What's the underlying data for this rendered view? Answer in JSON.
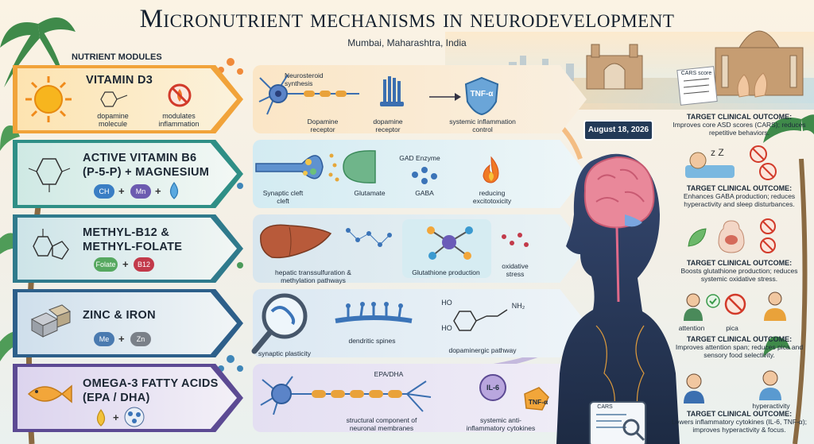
{
  "title": "Micronutrient mechanisms in neurodevelopment",
  "subtitle": "Mumbai, Maharashtra, India",
  "modules_label": "NUTRIENT MODULES",
  "date": "August 18, 2026",
  "colors": {
    "vitamin_d3": "#f1a33a",
    "b6_magnesium": "#2f8f86",
    "methyl": "#2f7a8c",
    "zinc_iron": "#2d5f8a",
    "omega3": "#5c4a93"
  },
  "rows": [
    {
      "title_line1": "VITAMIN D3",
      "title_line2": "",
      "icon": "sun-icon",
      "sub_labels": [
        "dopamine molecule",
        "modulates inflammation"
      ],
      "pills": [],
      "mechanism": [
        "Neurosteroid synthesis",
        "Dopamine receptor",
        "dopamine receptor",
        "systemic inflammation control"
      ],
      "badge": "TNF-α",
      "outcome_title": "TARGET CLINICAL OUTCOME:",
      "outcome_text": "Improves core ASD scores (CARS); reduces repetitive behaviors.",
      "extra": "CARS score"
    },
    {
      "title_line1": "ACTIVE VITAMIN B6",
      "title_line2": "(P-5-P) + MAGNESIUM",
      "icon": "hexagon-molecule-icon",
      "sub_labels": [],
      "pills": [
        "CH",
        "Mn"
      ],
      "mechanism": [
        "GAD Enzyme",
        "Synaptic cleft cleft",
        "Glutamate",
        "GABA",
        "reducing excitotoxicity"
      ],
      "outcome_title": "TARGET CLINICAL OUTCOME:",
      "outcome_text": "Enhances GABA production; reduces hyperactivity and sleep disturbances."
    },
    {
      "title_line1": "METHYL-B12 &",
      "title_line2": "METHYL-FOLATE",
      "icon": "molecule-icon",
      "sub_labels": [],
      "pills": [
        "Folate",
        "B12"
      ],
      "mechanism": [
        "hepatic transsulfuration & methylation pathways",
        "Glutathione production",
        "oxidative stress"
      ],
      "outcome_title": "TARGET CLINICAL OUTCOME:",
      "outcome_text": "Boosts glutathione production; reduces systemic oxidative stress."
    },
    {
      "title_line1": "ZINC & IRON",
      "title_line2": "",
      "icon": "mineral-cubes-icon",
      "sub_labels": [],
      "pills": [
        "Me",
        "Zn"
      ],
      "mechanism": [
        "synaptic plasticity",
        "dendritic spines",
        "dopaminergic pathway"
      ],
      "chem": [
        "HO",
        "HO",
        "NH₂"
      ],
      "outcome_labels": [
        "attention",
        "pica"
      ],
      "outcome_title": "TARGET CLINICAL OUTCOME:",
      "outcome_text": "Improves attention span; reduces pica and sensory food selectivity."
    },
    {
      "title_line1": "OMEGA-3 FATTY ACIDS",
      "title_line2": "(EPA / DHA)",
      "icon": "fish-icon",
      "sub_labels": [],
      "pills": [],
      "mechanism": [
        "EPA/DHA",
        "structural component of neuronal membranes",
        "systemic anti-inflammatory cytokines"
      ],
      "badges": [
        "IL-6",
        "TNF-α"
      ],
      "outcome_labels": [
        "hyperactivity"
      ],
      "outcome_title": "TARGET CLINICAL OUTCOME:",
      "outcome_text": "Lowers inflammatory cytokines (IL-6, TNF-α); improves hyperactivity & focus.",
      "extra": "CARS"
    }
  ]
}
